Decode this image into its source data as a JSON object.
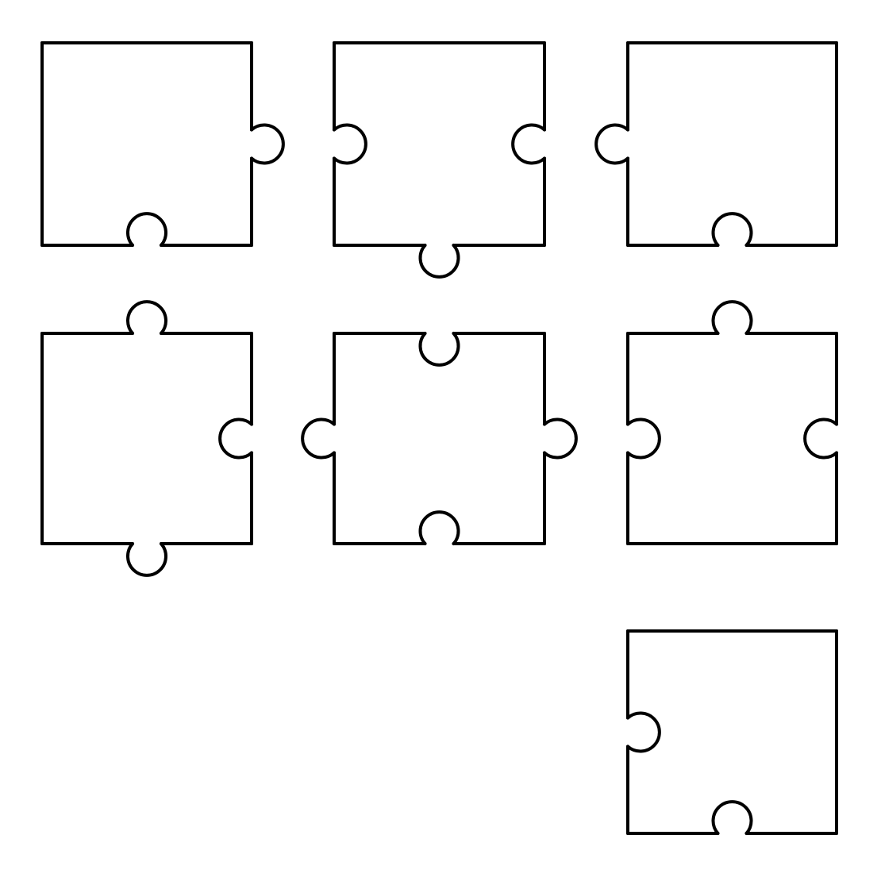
{
  "board": {
    "background_color": "#ffffff",
    "stroke_color": "#000000"
  },
  "pieces": [
    {
      "id": "r1c1",
      "row": 1,
      "col": 1,
      "edges": {
        "top": "flat",
        "right": "tab",
        "bottom": "blank",
        "left": "flat"
      }
    },
    {
      "id": "r1c2",
      "row": 1,
      "col": 2,
      "edges": {
        "top": "flat",
        "right": "blank",
        "bottom": "tab",
        "left": "blank"
      }
    },
    {
      "id": "r1c3",
      "row": 1,
      "col": 3,
      "edges": {
        "top": "flat",
        "right": "flat",
        "bottom": "blank",
        "left": "tab"
      }
    },
    {
      "id": "r2c1",
      "row": 2,
      "col": 1,
      "edges": {
        "top": "tab",
        "right": "blank",
        "bottom": "tab",
        "left": "flat"
      }
    },
    {
      "id": "r2c2",
      "row": 2,
      "col": 2,
      "edges": {
        "top": "blank",
        "right": "tab",
        "bottom": "blank",
        "left": "tab"
      }
    },
    {
      "id": "r2c3",
      "row": 2,
      "col": 3,
      "edges": {
        "top": "tab",
        "right": "blank",
        "bottom": "flat",
        "left": "blank"
      }
    },
    {
      "id": "r3c3",
      "row": 3,
      "col": 3,
      "edges": {
        "top": "flat",
        "right": "flat",
        "bottom": "blank",
        "left": "blank"
      }
    }
  ]
}
